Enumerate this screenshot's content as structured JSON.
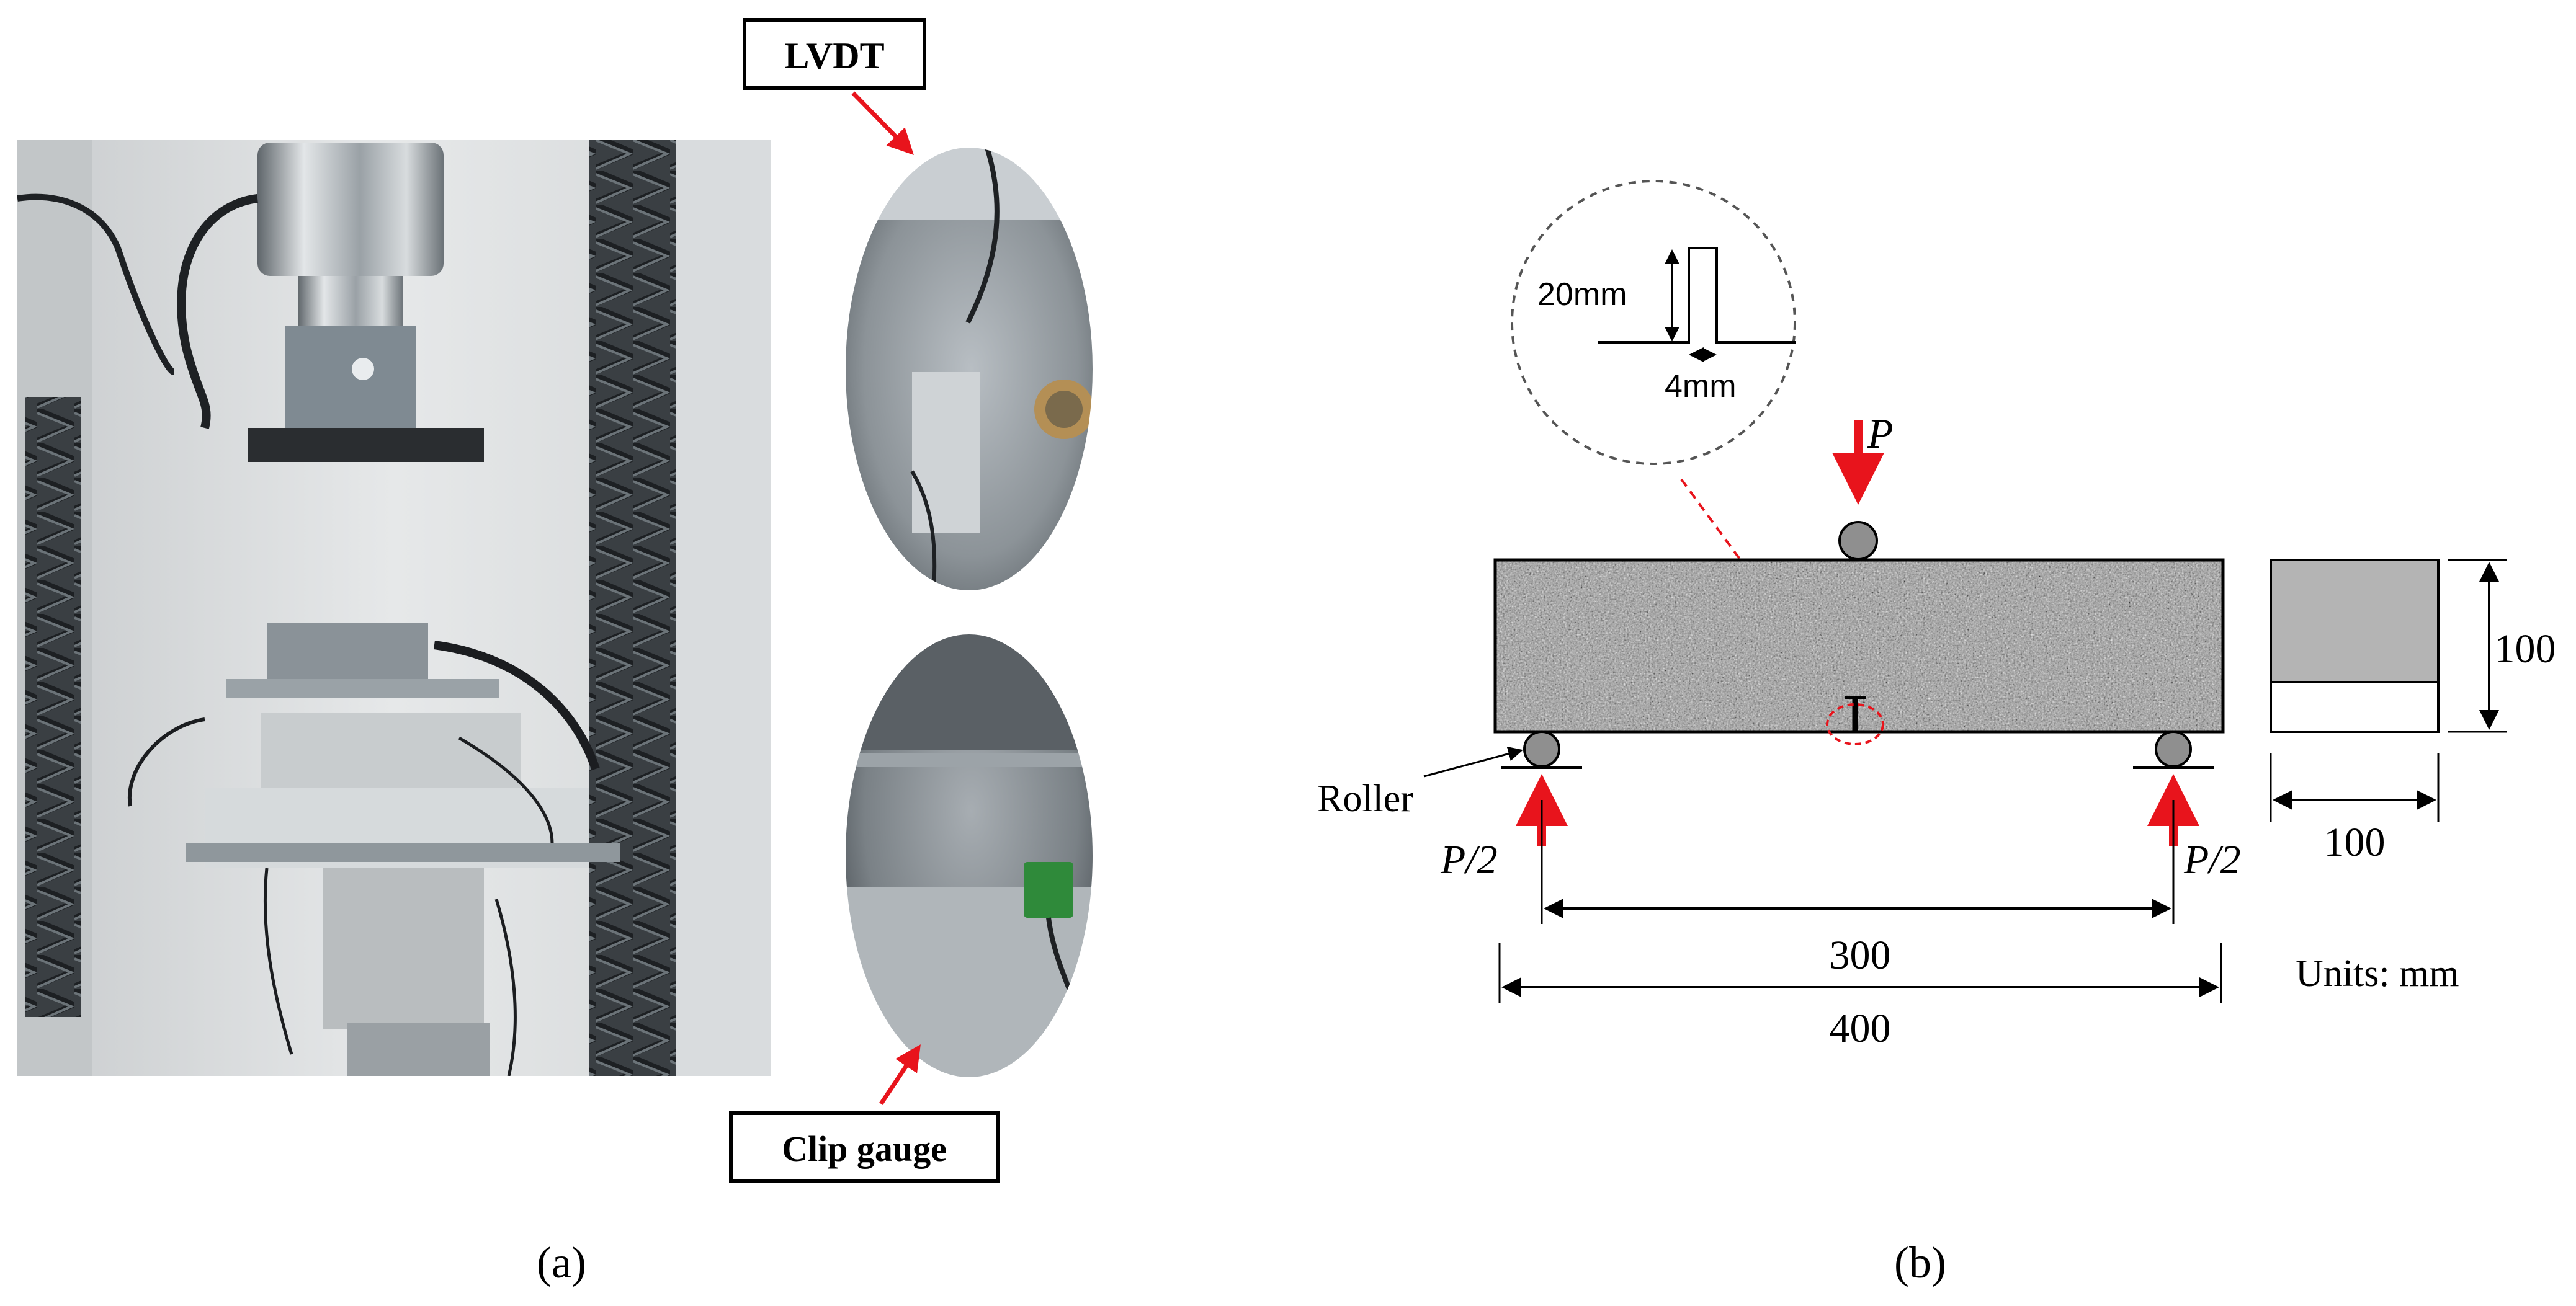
{
  "panel_a": {
    "callouts": {
      "lvdt": "LVDT",
      "clip_gauge": "Clip gauge"
    },
    "caption": "(a)"
  },
  "panel_b": {
    "caption": "(b)",
    "notch_detail": {
      "height_label": "20mm",
      "width_label": "4mm"
    },
    "loads": {
      "center": "P",
      "left_support": "P/2",
      "right_support": "P/2"
    },
    "labels": {
      "roller": "Roller",
      "units": "Units: mm"
    },
    "dimensions": {
      "span": "300",
      "length": "400",
      "height": "100",
      "width": "100"
    }
  },
  "colors": {
    "arrow_red": "#e8141c",
    "roller_gray": "#8f8f8f",
    "section_gray": "#b4b4b4",
    "line": "#000000"
  }
}
